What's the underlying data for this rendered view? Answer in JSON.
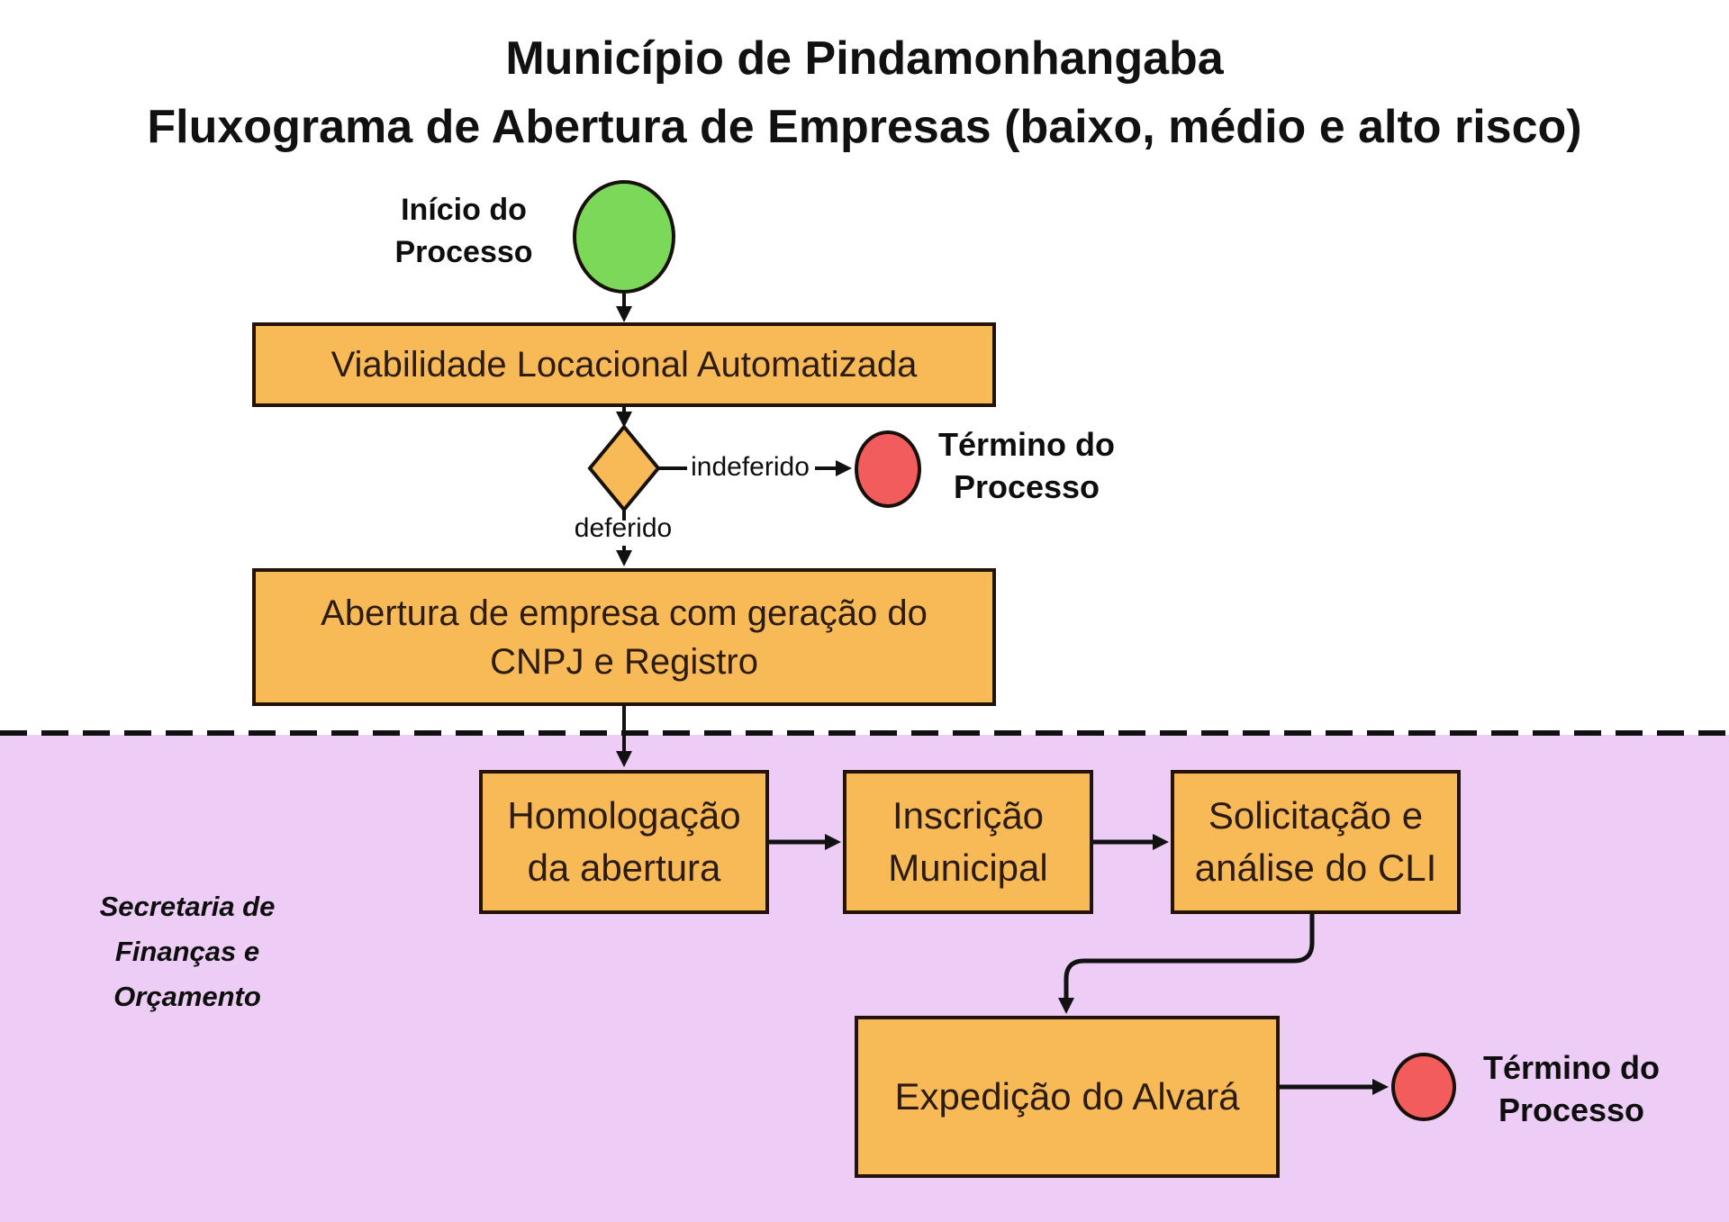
{
  "title": {
    "line1": "Município de Pindamonhangaba",
    "line2": "Fluxograma de Abertura de Empresas (baixo, médio e alto risco)"
  },
  "flow": {
    "start_label": "Início do Processo",
    "viabilidade": "Viabilidade Locacional Automatizada",
    "decision_no": "indeferido",
    "decision_yes": "deferido",
    "end_label_1": "Término do Processo",
    "abertura": "Abertura de empresa com geração do CNPJ e Registro",
    "homologacao": "Homologação da abertura",
    "inscricao": "Inscrição Municipal",
    "solicitacao": "Solicitação e análise do CLI",
    "expedicao": "Expedição do Alvará",
    "end_label_2": "Término do Processo"
  },
  "lane": {
    "label": "Secretaria de Finanças e Orçamento"
  },
  "colors": {
    "process_fill": "#F8BA57",
    "process_border": "#241309",
    "process_text": "#2B1B10",
    "start_fill": "#7BD858",
    "end_fill": "#F25C5C",
    "lane_background": "#EDCCF5",
    "connector": "#111111"
  }
}
